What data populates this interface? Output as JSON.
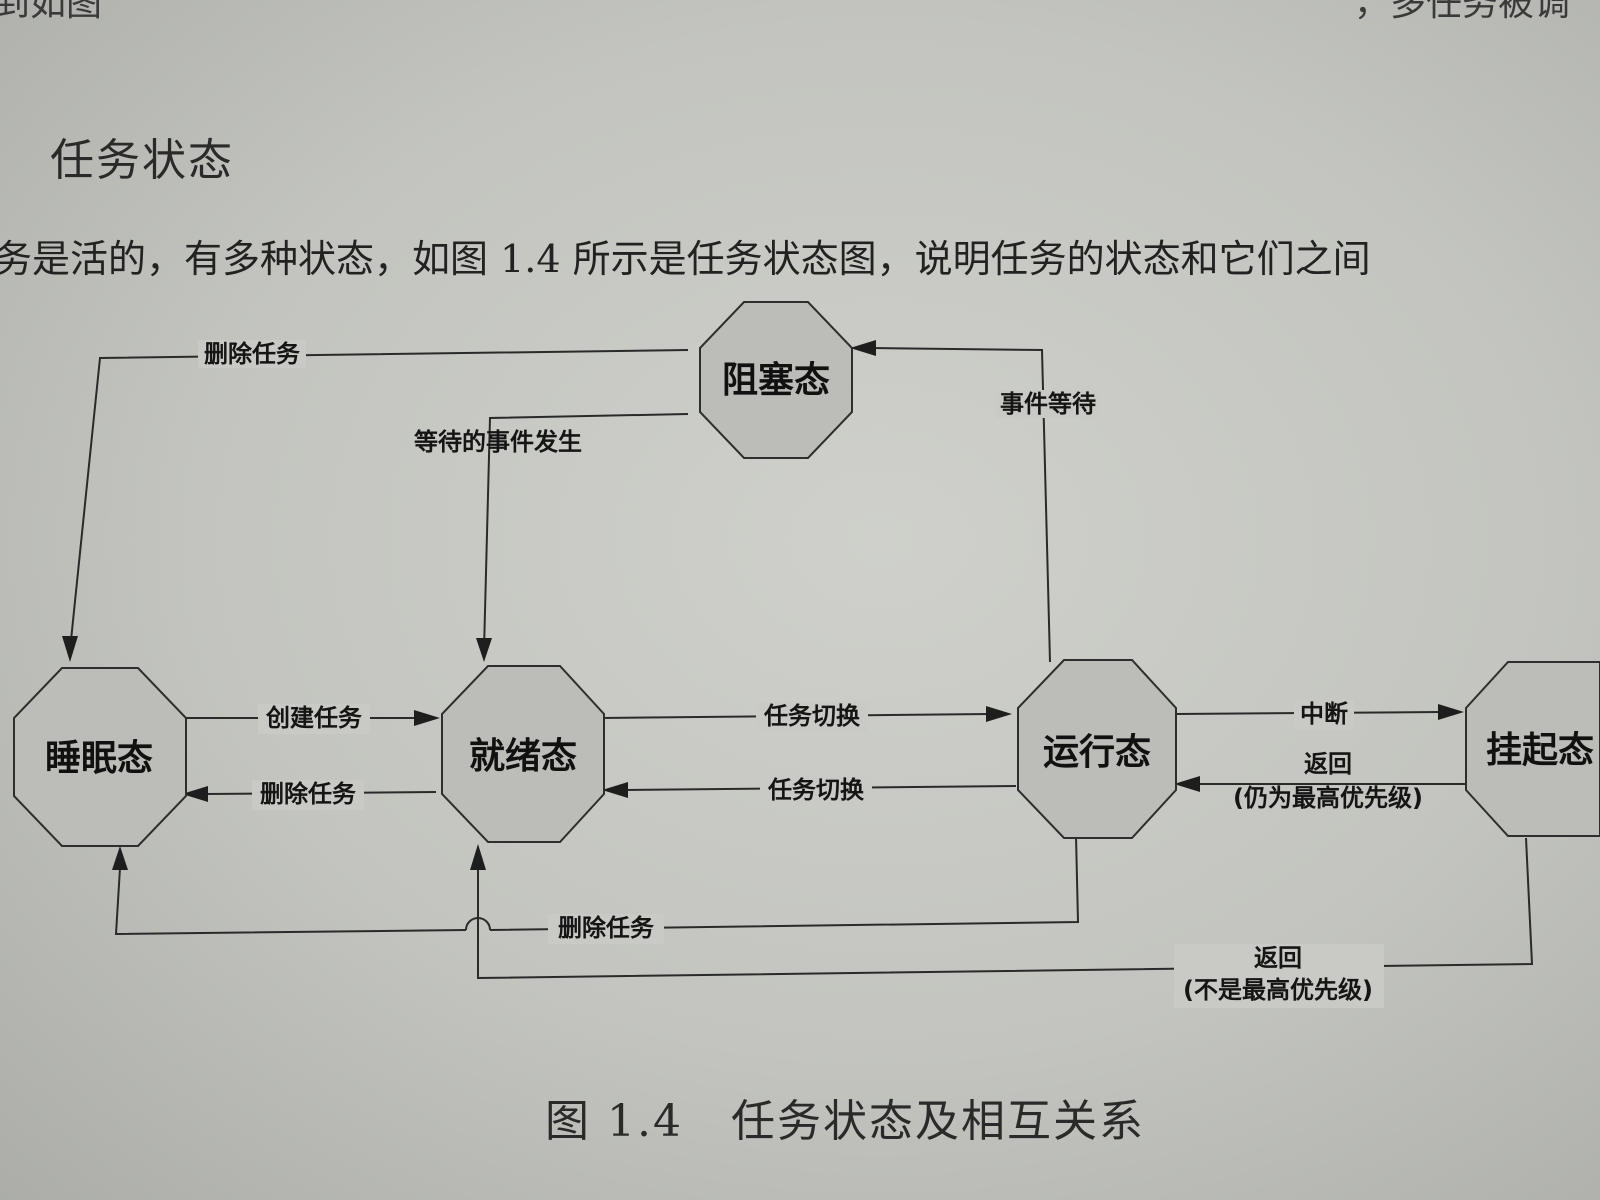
{
  "page": {
    "section_heading": "任务状态",
    "body_line": "务是活的，有多种状态，如图 1.4 所示是任务状态图，说明任务的状态和它们之间",
    "top_fragment_left": "到如图",
    "top_fragment_right": "，多任务被调",
    "caption_number": "图 1.4",
    "caption_text": "任务状态及相互关系"
  },
  "diagram": {
    "states": {
      "sleep": "睡眠态",
      "ready": "就绪态",
      "running": "运行态",
      "suspended": "挂起态",
      "blocked": "阻塞态"
    },
    "edges": {
      "create_task": "创建任务",
      "delete_task_ready_to_sleep": "删除任务",
      "delete_task_blocked_to_sleep": "删除任务",
      "delete_task_running_to_sleep": "删除任务",
      "task_switch_to_running": "任务切换",
      "task_switch_to_ready": "任务切换",
      "interrupt": "中断",
      "return_highest_line1": "返回",
      "return_highest_line2": "(仍为最高优先级)",
      "return_not_highest_line1": "返回",
      "return_not_highest_line2": "(不是最高优先级)",
      "wait_event": "事件等待",
      "event_occurred": "等待的事件发生"
    }
  }
}
